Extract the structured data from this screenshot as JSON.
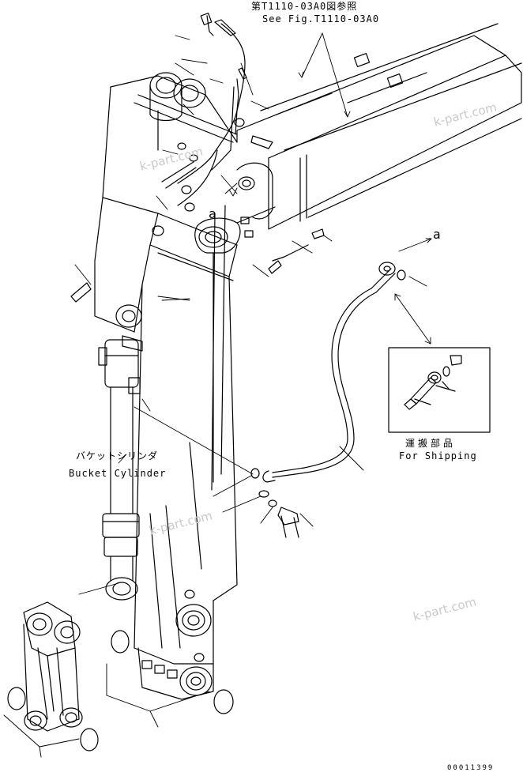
{
  "labels": {
    "reference_jp": "第T1110-03A0図参照",
    "reference_en": "See Fig.T1110-03A0",
    "bucket_cylinder_jp": "バケットシリンダ",
    "bucket_cylinder_en": "Bucket Cylinder",
    "for_shipping_jp": "運搬部品",
    "for_shipping_en": "For Shipping",
    "connector_a_upper": "a",
    "connector_a_right": "a",
    "drawing_number": "00011399"
  },
  "watermarks": [
    "k-part.com",
    "k-part.com",
    "k-part.com",
    "k-part.com"
  ],
  "colors": {
    "ink": "#000000",
    "watermark": "#c9c9c9",
    "background": "#ffffff"
  }
}
